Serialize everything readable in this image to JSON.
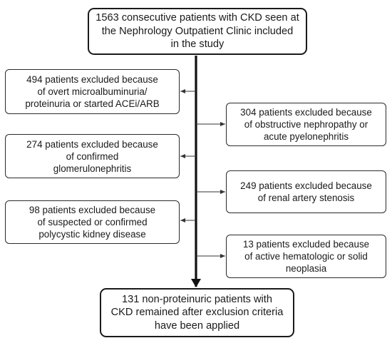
{
  "flowchart": {
    "start": {
      "lines": [
        "1563 consecutive patients with CKD seen at",
        "the Nephrology Outpatient Clinic included",
        "in the study"
      ]
    },
    "exclusions_left": [
      {
        "lines": [
          "494 patients excluded because",
          "of overt microalbuminuria/",
          "proteinuria or started ACEi/ARB"
        ]
      },
      {
        "lines": [
          "274 patients excluded because",
          "of confirmed",
          "glomerulonephritis"
        ]
      },
      {
        "lines": [
          "98 patients excluded because",
          "of suspected or confirmed",
          "polycystic kidney disease"
        ]
      }
    ],
    "exclusions_right": [
      {
        "lines": [
          "304 patients excluded because",
          "of obstructive nephropathy or",
          "acute pyelonephritis"
        ]
      },
      {
        "lines": [
          "249 patients excluded because",
          "of renal artery stenosis"
        ]
      },
      {
        "lines": [
          "13 patients excluded because",
          "of active hematologic or solid",
          "neoplasia"
        ]
      }
    ],
    "end": {
      "lines": [
        "131 non-proteinuric patients with",
        "CKD remained after exclusion criteria",
        "have been applied"
      ]
    }
  }
}
